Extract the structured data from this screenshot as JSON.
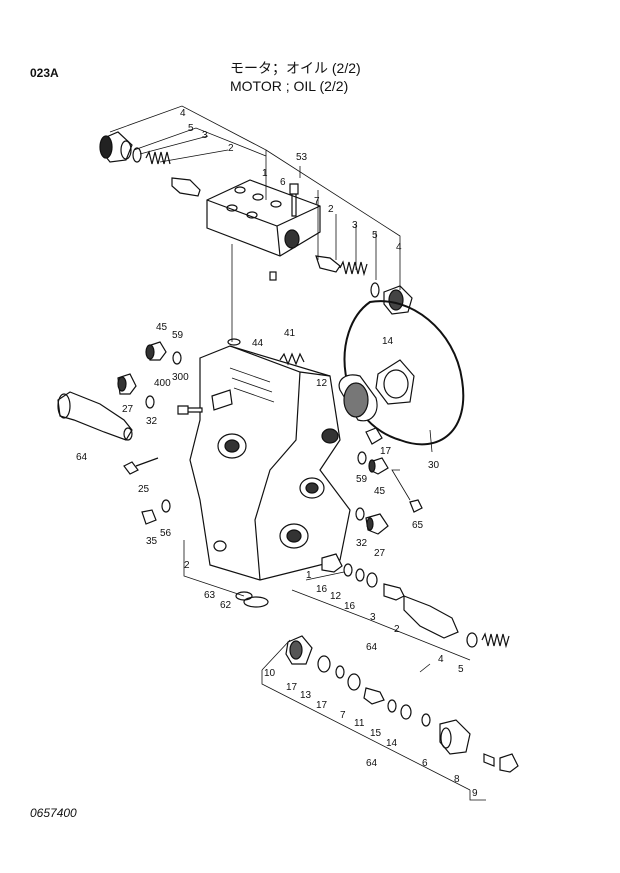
{
  "header": {
    "page_code": "023A",
    "title_jp": "モータ；オイル (2/2)",
    "title_en": "MOTOR ; OIL (2/2)"
  },
  "footer": {
    "drawing_number": "0657400"
  },
  "callouts": {
    "c4a": "4",
    "c5a": "5",
    "c3a": "3",
    "c2a": "2",
    "c1a": "1",
    "c53": "53",
    "c6a": "6",
    "c7a": "7",
    "c2b": "2",
    "c3b": "3",
    "c5b": "5",
    "c4b": "4",
    "c14a": "14",
    "c12a": "12",
    "c30": "30",
    "c45a": "45",
    "c59a": "59",
    "c44": "44",
    "c41": "41",
    "c300": "300",
    "c400": "400",
    "c27a": "27",
    "c32a": "32",
    "c64a": "64",
    "c25": "25",
    "c35": "35",
    "c56": "56",
    "c17a": "17",
    "c59b": "59",
    "c45b": "45",
    "c65": "65",
    "c32b": "32",
    "c27b": "27",
    "c2c": "2",
    "c63": "63",
    "c62": "62",
    "c1b": "1",
    "c16a": "16",
    "c12b": "12",
    "c16b": "16",
    "c3c": "3",
    "c2d": "2",
    "c64b": "64",
    "c4c": "4",
    "c5c": "5",
    "c10": "10",
    "c17b": "17",
    "c13": "13",
    "c17c": "17",
    "c7b": "7",
    "c11": "11",
    "c15": "15",
    "c14b": "14",
    "c6b": "6",
    "c8": "8",
    "c9": "9",
    "c64c": "64"
  }
}
